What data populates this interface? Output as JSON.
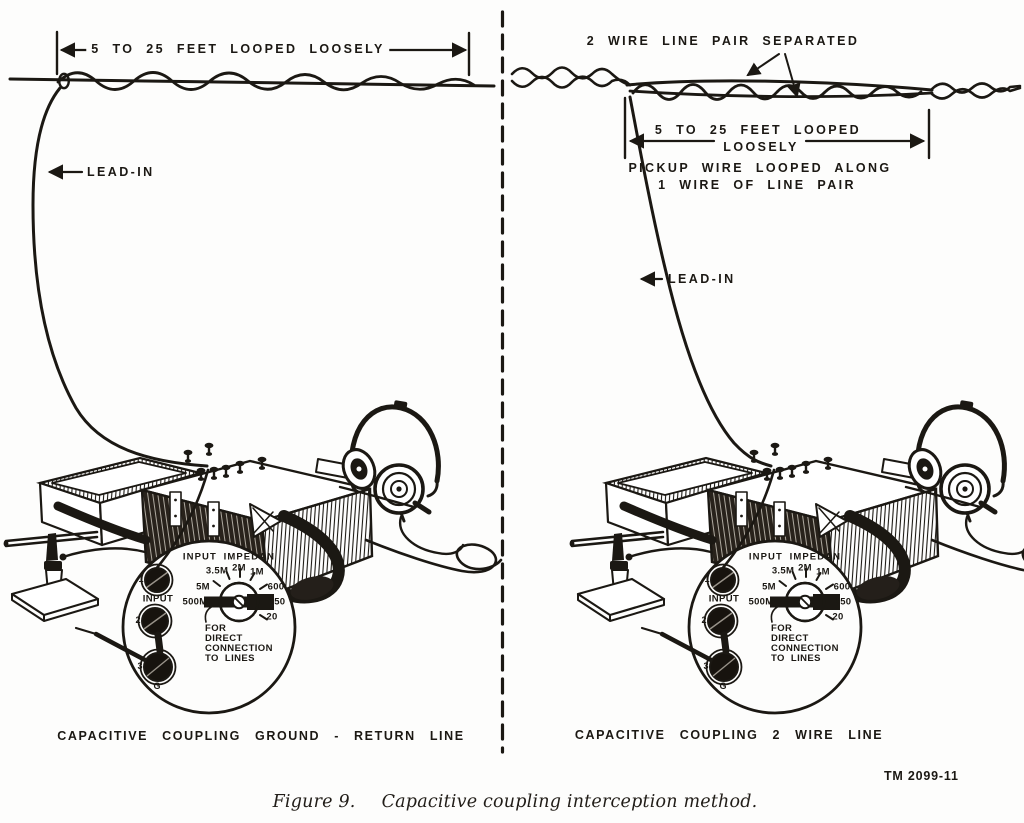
{
  "left_panel": {
    "dimension_label": "5 TO 25 FEET LOOPED LOOSELY",
    "lead_in_label": "LEAD-IN",
    "caption": "CAPACITIVE COUPLING GROUND - RETURN LINE"
  },
  "right_panel": {
    "pair_label": "2 WIRE LINE PAIR SEPARATED",
    "dimension_label_line1": "5 TO 25 FEET LOOPED",
    "dimension_label_line2": "LOOSELY",
    "pickup_note_line1": "PICKUP WIRE LOOPED ALONG",
    "pickup_note_line2": "1 WIRE OF LINE PAIR",
    "lead_in_label": "LEAD-IN",
    "caption": "CAPACITIVE COUPLING 2 WIRE LINE"
  },
  "dial": {
    "title": "INPUT IMPEDAN",
    "scale": {
      "r35m": "3.5M",
      "r2m": "2M",
      "r1m": "1M",
      "r600": "600",
      "r150": "150",
      "r20": "20",
      "r5m": "5M",
      "r500m": "500M"
    },
    "note_lines": [
      "FOR",
      "DIRECT",
      "CONNECTION",
      "TO LINES"
    ],
    "input_label": "INPUT",
    "terminals": {
      "t1": "1",
      "t2": "2",
      "t3": "3",
      "g": "G"
    }
  },
  "footer": {
    "tm_number": "TM 2099-11"
  },
  "figure_caption": {
    "label": "Figure 9.",
    "text": "Capacitive coupling interception method."
  },
  "colors": {
    "ink": "#1b1813",
    "paper": "#fdfdfc"
  }
}
